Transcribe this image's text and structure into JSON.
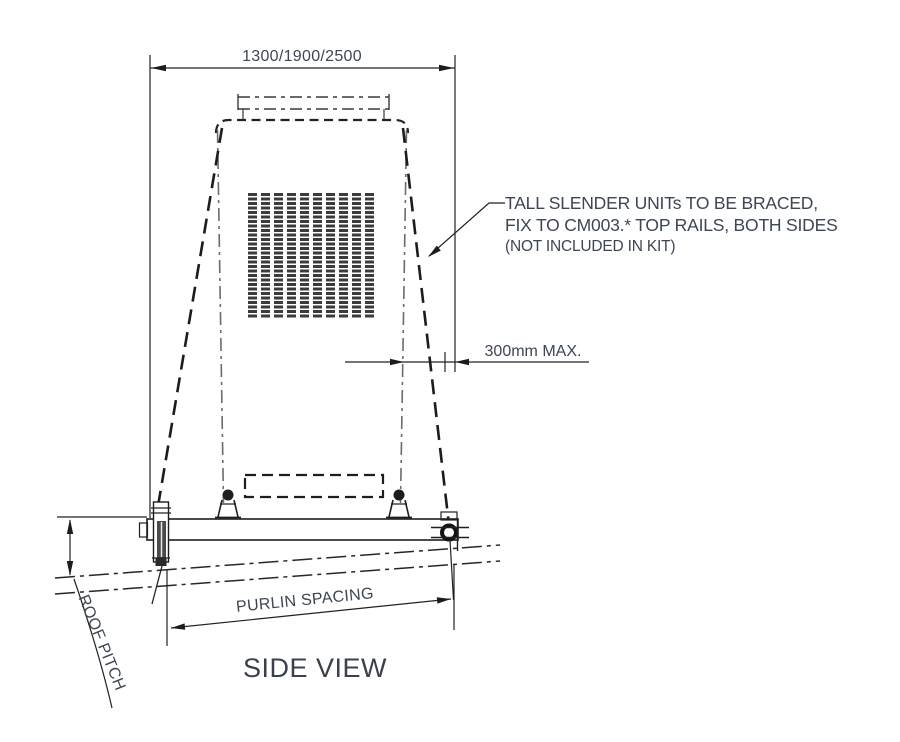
{
  "meta": {
    "view": "engineering side-view drawing",
    "background": "#ffffff",
    "line_color": "#212121",
    "text_color": "#3d4654"
  },
  "labels": {
    "width_dim": "1300/1900/2500",
    "offset_dim": "300mm MAX.",
    "purlin_dim": "PURLIN SPACING",
    "roof_pitch": "ROOF PITCH",
    "view_title": "SIDE VIEW"
  },
  "annotation": {
    "line1": "TALL SLENDER UNITs TO BE BRACED,",
    "line2": "FIX TO CM003.* TOP RAILS, BOTH SIDES",
    "line3": "(NOT INCLUDED IN KIT)"
  }
}
